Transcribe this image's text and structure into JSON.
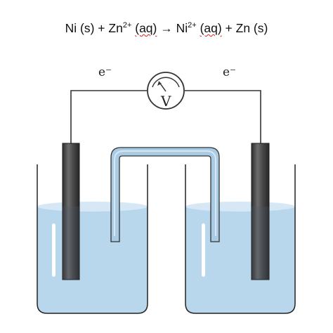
{
  "equation": {
    "reactant_1": "Ni (s) + Zn",
    "reactant_1_charge": "2+",
    "reactant_2": "(aq)",
    "arrow": " → ",
    "product_1": "Ni",
    "product_1_charge": "2+",
    "product_2": "(aq)",
    "product_3": " + Zn (s)"
  },
  "labels": {
    "electron_left": "e⁻",
    "electron_right": "e⁻",
    "voltmeter": "V"
  },
  "colors": {
    "solution": "#b9d7ec",
    "solution_surface": "#d6e8f5",
    "salt_bridge": "#a9cbe4",
    "electrode": "#4a4a4a",
    "wire": "#333333"
  }
}
